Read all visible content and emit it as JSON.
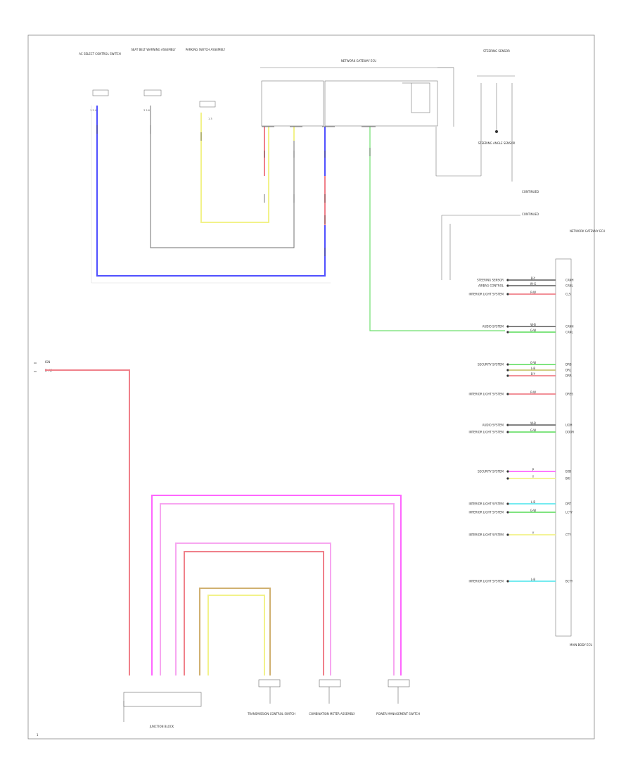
{
  "colors": {
    "blue": "#5050ff",
    "gray": "#707070",
    "yellow": "#f2f28a",
    "red": "#f0808a",
    "green": "#6ee06e",
    "magenta": "#ff66ff",
    "pink": "#f7a6f0",
    "cyan": "#60e8ee",
    "orange": "#d0b070",
    "olive": "#c8c870"
  },
  "top_components": {
    "left1": "AC SELECT CONTROL SWITCH",
    "left2": "SEAT BELT WARNING ASSEMBLY",
    "left3": "PARKING SWITCH ASSEMBLY",
    "center_header": "NETWORK GATEWAY ECU",
    "right_header": "STEERING SENSOR"
  },
  "right_connector": {
    "top_label": "NETWORK GATEWAY ECU",
    "bottom_label": "MAIN BODY ECU",
    "rows": [
      {
        "label": "STEERING SENSOR",
        "wire": "B-Y",
        "pin": "CANH",
        "color": "gray"
      },
      {
        "label": "AIRBAG CONTROL",
        "wire": "W-G",
        "pin": "CANL",
        "color": "gray"
      },
      {
        "label": "INTERIOR LIGHT SYSTEM",
        "wire": "R-W",
        "pin": "CLS",
        "color": "red"
      },
      {
        "label": "AUDIO SYSTEM",
        "wire": "W-B",
        "pin": "CANH",
        "color": "gray"
      },
      {
        "label": "",
        "wire": "G-W",
        "pin": "CANL",
        "color": "green"
      },
      {
        "label": "SECURITY SYSTEM",
        "wire": "G-W",
        "pin": "DRB",
        "color": "green"
      },
      {
        "label": "",
        "wire": "L-B",
        "pin": "DRL",
        "color": "olive"
      },
      {
        "label": "",
        "wire": "B-Y",
        "pin": "DRR",
        "color": "red"
      },
      {
        "label": "INTERIOR LIGHT SYSTEM",
        "wire": "R-W",
        "pin": "DRSS",
        "color": "red"
      },
      {
        "label": "AUDIO SYSTEM",
        "wire": "W-B",
        "pin": "LIGH",
        "color": "gray"
      },
      {
        "label": "INTERIOR LIGHT SYSTEM",
        "wire": "G-W",
        "pin": "DOOR",
        "color": "green"
      },
      {
        "label": "SECURITY SYSTEM",
        "wire": "P",
        "pin": "EKB",
        "color": "magenta"
      },
      {
        "label": "",
        "wire": "Y",
        "pin": "BKI",
        "color": "yellow"
      },
      {
        "label": "INTERIOR LIGHT SYSTEM",
        "wire": "L-B",
        "pin": "DRT",
        "color": "cyan"
      },
      {
        "label": "INTERIOR LIGHT SYSTEM",
        "wire": "G-W",
        "pin": "LCTY",
        "color": "green"
      },
      {
        "label": "INTERIOR LIGHT SYSTEM",
        "wire": "Y",
        "pin": "CTY",
        "color": "yellow"
      },
      {
        "label": "INTERIOR LIGHT SYSTEM",
        "wire": "L-B",
        "pin": "BCTY",
        "color": "cyan"
      }
    ]
  },
  "bottom_components": {
    "c1": "JUNCTION BLOCK",
    "c2": "TRANSMISSION CONTROL SWITCH",
    "c3": "COMBINATION METER ASSEMBLY",
    "c4": "POWER MANAGEMENT SWITCH"
  },
  "left_source": {
    "line1": "IGN",
    "line2": "B+W"
  },
  "page_number": "1"
}
